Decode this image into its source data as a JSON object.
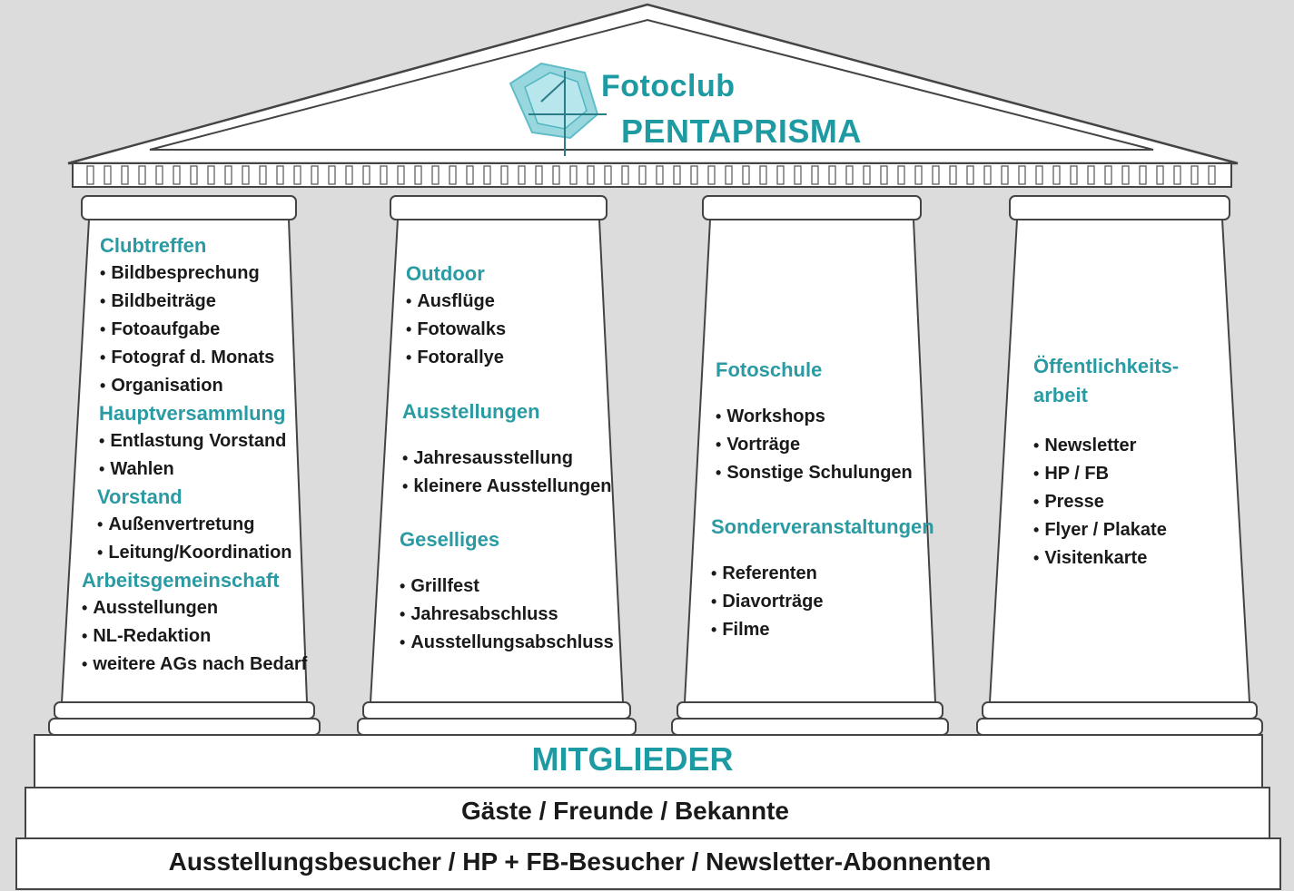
{
  "logo": {
    "line1": "Fotoclub",
    "line2": "PENTAPRISMA",
    "accent": "#1e9aa2",
    "icon": "pentaprism-icon"
  },
  "pillars": [
    {
      "sections": [
        {
          "title": "Clubtreffen",
          "items": [
            "Bildbesprechung",
            "Bildbeiträge",
            "Fotoaufgabe",
            "Fotograf d. Monats",
            "Organisation"
          ]
        },
        {
          "title": "Hauptversammlung",
          "items": [
            "Entlastung Vorstand",
            "Wahlen"
          ]
        },
        {
          "title": "Vorstand",
          "items": [
            "Außenvertretung",
            "Leitung/Koordination"
          ]
        },
        {
          "title": "Arbeitsgemeinschaft",
          "items": [
            "Ausstellungen",
            "NL-Redaktion",
            "weitere AGs nach Bedarf"
          ]
        }
      ]
    },
    {
      "sections": [
        {
          "title": "Outdoor",
          "items": [
            "Ausflüge",
            "Fotowalks",
            "Fotorallye"
          ]
        },
        {
          "title": "Ausstellungen",
          "items": [
            "Jahresausstellung",
            "kleinere Ausstellungen"
          ]
        },
        {
          "title": "Geselliges",
          "items": [
            "Grillfest",
            "Jahresabschluss",
            "Ausstellungsabschluss"
          ]
        }
      ]
    },
    {
      "sections": [
        {
          "title": "Fotoschule",
          "items": [
            "Workshops",
            "Vorträge",
            "Sonstige Schulungen"
          ]
        },
        {
          "title": "Sonderveranstaltungen",
          "items": [
            "Referenten",
            "Diavorträge",
            "Filme"
          ]
        }
      ]
    },
    {
      "sections": [
        {
          "title_lines": [
            "Öffentlichkeits-",
            "arbeit"
          ],
          "items": [
            "Newsletter",
            "HP / FB",
            "Presse",
            "Flyer / Plakate",
            "Visitenkarte"
          ]
        }
      ]
    }
  ],
  "base": {
    "members": "MITGLIEDER",
    "guests": "Gäste / Freunde / Bekannte",
    "visitors": "Ausstellungsbesucher / HP + FB-Besucher / Newsletter-Abonnenten"
  },
  "colors": {
    "accent": "#2a9aa3",
    "text": "#1a1a1a",
    "background": "#dcdcdc",
    "outline": "#444444"
  }
}
